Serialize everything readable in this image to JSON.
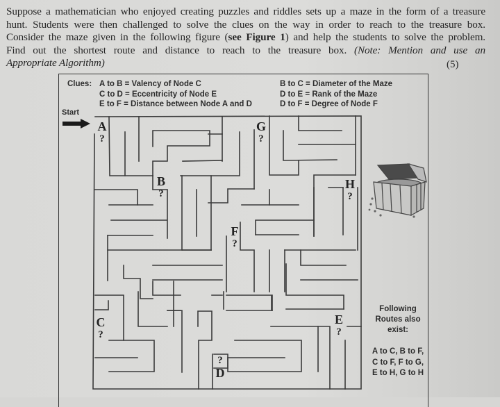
{
  "question": {
    "lines": [
      "Suppose a mathematician who enjoyed creating puzzles and riddles sets up a maze in the form of a treasure",
      "hunt. Students were then challenged to solve the clues on the way in order to reach to the treasure box.",
      "Consider the maze given in the following figure (",
      "see Figure 1",
      ") and help the students to solve the problem.",
      "Find out the shortest route and distance to reach to the treasure box. ",
      "(Note: Mention and use an",
      "Appropriate Algorithm)"
    ],
    "marks": "(5)"
  },
  "figure": {
    "clues_label": "Clues:",
    "clues_left": [
      "A to B = Valency of Node C",
      "C to D = Eccentricity of Node E",
      "E to F = Distance between Node A and D"
    ],
    "clues_right": [
      "B to C = Diameter of the Maze",
      "D to E = Rank of the Maze",
      "D to F = Degree of Node F"
    ],
    "start_label": "Start",
    "start_icon": "arrow-right-icon",
    "treasure_icon": "treasure-chest-icon",
    "nodes": [
      {
        "label": "A",
        "value": "?"
      },
      {
        "label": "B",
        "value": "?"
      },
      {
        "label": "C",
        "value": "?"
      },
      {
        "label": "D",
        "value": "?"
      },
      {
        "label": "E",
        "value": "?"
      },
      {
        "label": "F",
        "value": "?"
      },
      {
        "label": "G",
        "value": "?"
      },
      {
        "label": "H",
        "value": "?"
      }
    ],
    "routes_title_lines": [
      "Following",
      "Routes also",
      "exist:"
    ],
    "routes_list": [
      "A to C, B to F,",
      "C to F, F to G,",
      "E to H, G to H"
    ]
  }
}
